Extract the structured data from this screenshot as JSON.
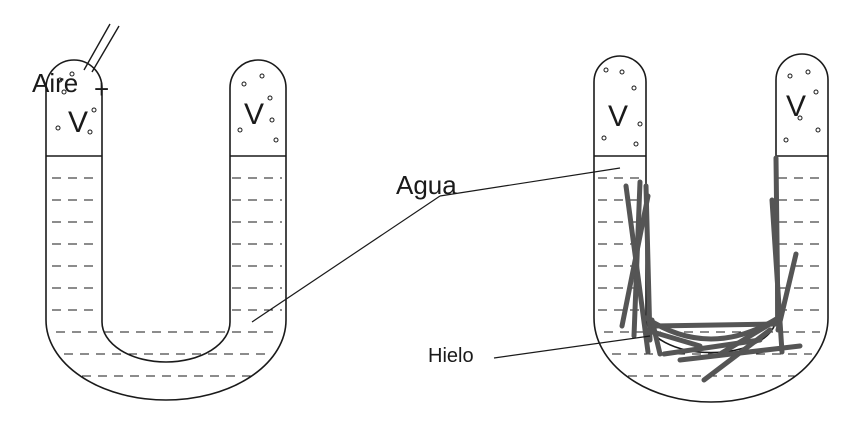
{
  "labels": {
    "air": "Aire",
    "vapor_left_1": "V",
    "vapor_left_2": "V",
    "vapor_right_1": "V",
    "vapor_right_2": "V",
    "water": "Agua",
    "ice": "Hielo"
  },
  "colors": {
    "ink": "#1a1a1a",
    "ice": "#555555",
    "background": "#ffffff"
  }
}
